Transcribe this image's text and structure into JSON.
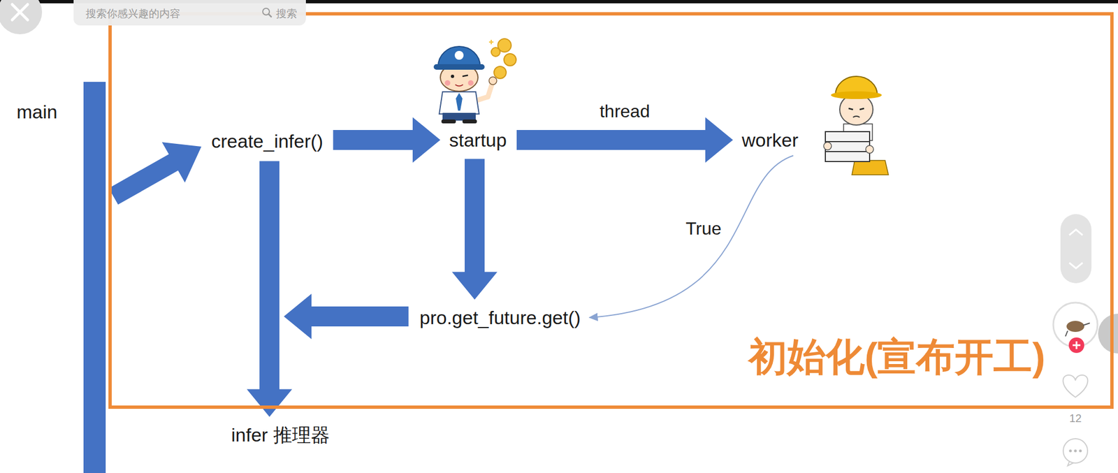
{
  "diagram": {
    "nodes": [
      {
        "text": [
          "main"
        ]
      },
      {
        "text": [
          "初始化(宣布开工)"
        ]
      },
      {
        "text": [
          "create_infer()"
        ],
        "in": 1
      },
      {
        "text": [
          "startup"
        ],
        "in": 1
      },
      {
        "text": [
          "worker"
        ],
        "in": 1
      },
      {
        "text": [
          "pro.get_future.get()"
        ],
        "in": 1
      },
      {
        "text": [
          "infer 推理器"
        ]
      }
    ],
    "edges": [
      {
        "from": 0,
        "to": 2,
        "arrow": "to"
      },
      {
        "from": 2,
        "to": 3,
        "arrow": "to"
      },
      {
        "from": 3,
        "to": 4,
        "label": "thread",
        "arrow": "to"
      },
      {
        "from": 3,
        "to": 5,
        "arrow": "to"
      },
      {
        "from": 4,
        "to": 5,
        "label": "True",
        "arrow": "to"
      },
      {
        "from": 5,
        "to": 6,
        "arrow": "to"
      },
      {
        "from": 2,
        "to": 6,
        "arrow": "to"
      }
    ],
    "labels": [
      "搜索你感兴趣的内容",
      "搜索",
      "12"
    ]
  }
}
